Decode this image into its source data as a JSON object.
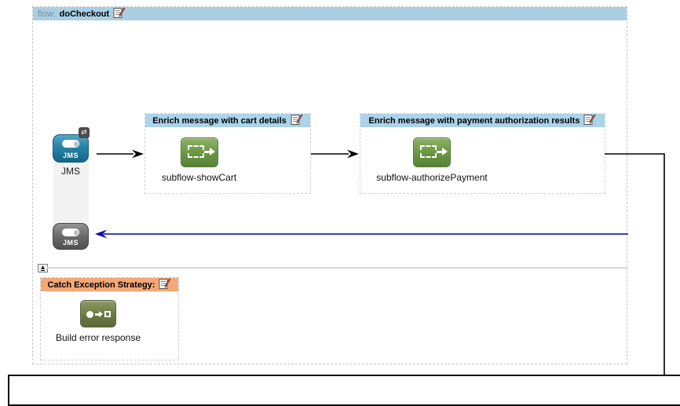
{
  "flow": {
    "prefix": "flow:",
    "name": "doCheckout"
  },
  "source_endpoint": {
    "caption": "JMS",
    "icon_text": "JMS"
  },
  "reply_endpoint": {
    "icon_text": "JMS"
  },
  "scopes": [
    {
      "title": "Enrich message with cart details",
      "component": "subflow-showCart"
    },
    {
      "title": "Enrich message with payment authorization results",
      "component": "subflow-authorizePayment"
    }
  ],
  "exception_strategy": {
    "title": "Catch Exception Strategy:",
    "component": "Build error response"
  },
  "icons": {
    "edit": "edit-icon",
    "exchange_glyph": "⇄",
    "collapse_glyph": "▲"
  },
  "colors": {
    "flow_header_bg": "#aacfe4",
    "scope_header_bg": "#abd3e9",
    "exception_header_bg": "#f5a877",
    "endpoint_blue": "#2b86ab",
    "endpoint_gray": "#6d6d6d",
    "flow_ref_green": "#69953f",
    "error_icon_green": "#68763f",
    "connector_black": "#000000",
    "reply_connector_blue": "#0000a8",
    "collapsed_track_gray": "#f2f2f2"
  }
}
